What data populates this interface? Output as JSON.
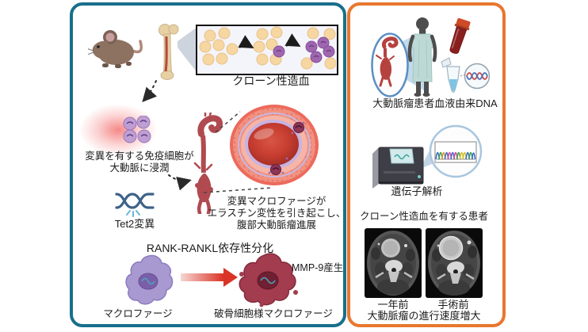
{
  "figure": {
    "type": "scientific-diagram",
    "topic": "クローン性造血と腹部大動脈瘤"
  },
  "colors": {
    "left_panel_border": "#186f8c",
    "right_panel_border": "#e8772e",
    "normal_cell_beige": "#f6d7a2",
    "mutant_cell_purple": "#a066b0",
    "macrophage_purple": "#a899d0",
    "osteoclast_red": "#a23c4e",
    "aorta_red": "#b04a50",
    "glow_pink": "#f37474",
    "dna_steel_blue": "#3e6288"
  },
  "left_panel": {
    "clonal_hematopoiesis_label": "クローン性造血",
    "immune_infiltration_line1": "変異を有する免疫細胞が",
    "immune_infiltration_line2": "大動脈に浸潤",
    "tet2_label": "Tet2変異",
    "aneurysm_caption_line1": "変異マクロファージが",
    "aneurysm_caption_line2": "エラスチン変性を引き起こし、",
    "aneurysm_caption_line3": "腹部大動脈瘤進展",
    "differentiation_label": "RANK-RANKL依存性分化",
    "mmp9_label": "MMP-9産生",
    "macrophage_label": "マクロファージ",
    "osteoclast_label": "破骨細胞様マクロファージ"
  },
  "right_panel": {
    "blood_dna_label": "大動脈瘤患者血液由来DNA",
    "gene_analysis_label": "遺伝子解析",
    "ch_patients_label": "クローン性造血を有する患者",
    "ct_one_year_label": "一年前",
    "ct_presurgery_label": "手術前",
    "progression_label": "大動脈瘤の進行速度増大"
  },
  "icons": {
    "mouse-icon": "laboratory mouse",
    "bone-icon": "femur with marrow",
    "clonal-cells-icon": "expanding mutant blood cells",
    "mutant-immune-cells-icon": "purple immune cells with pink glow",
    "dna-break-icon": "DNA helix with Tet2 mutation break",
    "aorta-icon": "aorta with abdominal aneurysm",
    "aorta-cross-section-icon": "aneurysm wall cross-section with macrophages",
    "macrophage-icon": "purple macrophage",
    "osteoclast-macrophage-icon": "red osteoclast-like macrophage",
    "gradient-arrow-icon": "red differentiation arrow",
    "patient-icon": "patient in hospital gown",
    "magnifier-ellipse-icon": "callout ellipse with aneurysmal aorta",
    "blood-tube-icon": "blood collection tube",
    "microtube-icon": "DNA sample microtube",
    "dna-circle-icon": "extracted DNA in circle",
    "sequencer-icon": "DNA sequencer instrument",
    "chromatogram-icon": "Sanger sequencing trace",
    "ct-scan-icon": "abdominal CT slice with aneurysm"
  }
}
